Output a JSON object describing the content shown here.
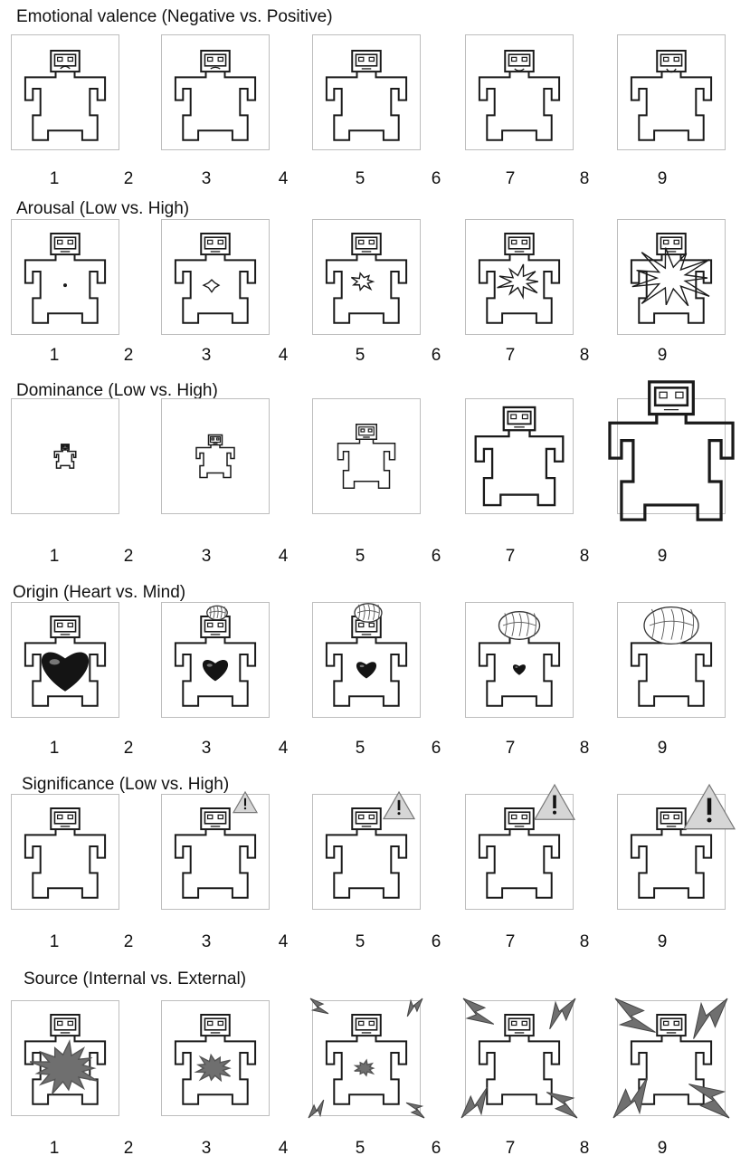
{
  "colors": {
    "panel_border": "#bdbdbd",
    "figure_stroke": "#1a1a1a",
    "heart_fill": "#141414",
    "burst_fill": "#6f6f6f",
    "warning_fill": "#d6d6d6"
  },
  "icons": [
    "sam-manikin-icon",
    "heart-icon",
    "brain-icon",
    "warning-triangle-icon",
    "lightning-bolt-icon",
    "starburst-icon"
  ],
  "rows": [
    {
      "title": "Emotional valence (Negative vs. Positive)",
      "dimension": "valence",
      "scale": [
        "1",
        "2",
        "3",
        "4",
        "5",
        "6",
        "7",
        "8",
        "9"
      ]
    },
    {
      "title": "Arousal (Low vs. High)",
      "dimension": "arousal",
      "scale": [
        "1",
        "2",
        "3",
        "4",
        "5",
        "6",
        "7",
        "8",
        "9"
      ]
    },
    {
      "title": "Dominance (Low vs. High)",
      "dimension": "dominance",
      "scale": [
        "1",
        "2",
        "3",
        "4",
        "5",
        "6",
        "7",
        "8",
        "9"
      ]
    },
    {
      "title": "Origin (Heart vs. Mind)",
      "dimension": "origin",
      "scale": [
        "1",
        "2",
        "3",
        "4",
        "5",
        "6",
        "7",
        "8",
        "9"
      ]
    },
    {
      "title": "Significance (Low vs. High)",
      "dimension": "significance",
      "scale": [
        "1",
        "2",
        "3",
        "4",
        "5",
        "6",
        "7",
        "8",
        "9"
      ]
    },
    {
      "title": "Source (Internal vs. External)",
      "dimension": "source",
      "scale": [
        "1",
        "2",
        "3",
        "4",
        "5",
        "6",
        "7",
        "8",
        "9"
      ]
    }
  ]
}
